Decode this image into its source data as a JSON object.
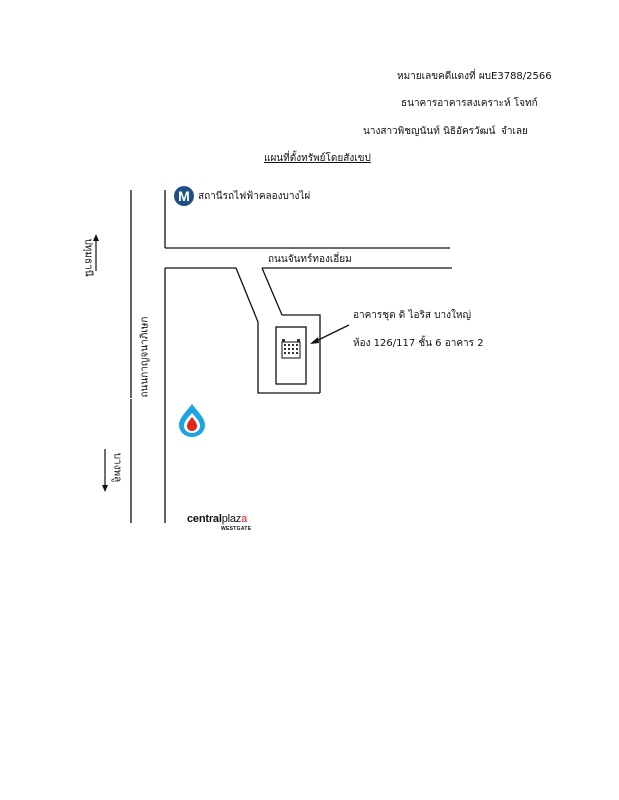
{
  "header": {
    "case_number": "หมายเลขคดีแดงที่ ผบE3788/2566",
    "plaintiff": "ธนาคารอาคารสงเคราะห์ โจทก์",
    "defendant_name": "นางสาวพิชญนันท์ นิธิอัครวัฒน์",
    "defendant_role": "จำเลย",
    "title": "แผนที่ตั้งทรัพย์โดยสังเขป"
  },
  "map": {
    "metro_label": "สถานีรถไฟฟ้าคลองบางไผ่",
    "metro_icon_letter": "M",
    "road_horizontal": "ถนนจันทร์ทองเอี่ยม",
    "road_vertical": "ถนนกาญจนาภิเษก",
    "direction_north": "ปทุมธานี",
    "direction_south": "บางพลู",
    "building_name": "อาคารชุด ดิ ไอริส บางใหญ่",
    "unit_info": "ห้อง 126/117 ชั้น 6 อาคาร 2",
    "mall_logo_text_1": "central",
    "mall_logo_text_2": "plaz",
    "mall_logo_text_3": "a",
    "mall_logo_sub": "WESTGATE"
  },
  "colors": {
    "metro_blue": "#1d4e86",
    "ptt_blue": "#1ea5de",
    "ptt_red": "#e1251b",
    "central_red": "#e11b22"
  },
  "icons": [
    "metro-m-icon",
    "ptt-drop-icon",
    "building-icon"
  ]
}
